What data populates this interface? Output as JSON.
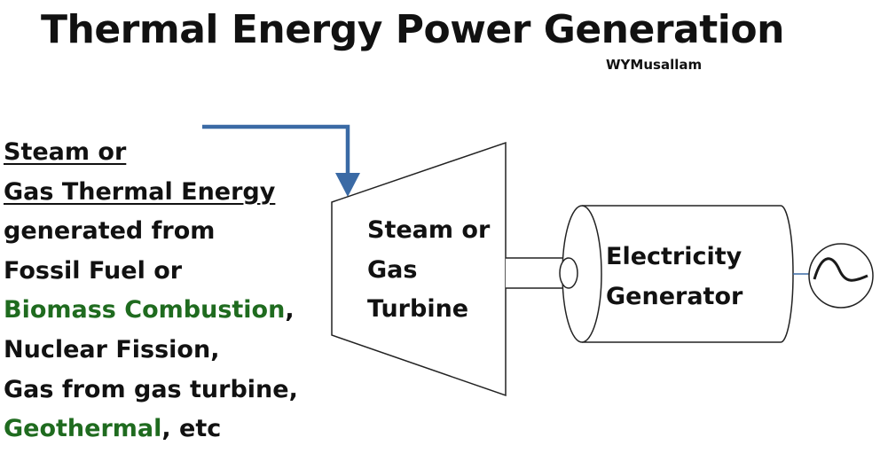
{
  "title": "Thermal Energy Power Generation",
  "author": "WYMusallam",
  "source": {
    "heading_line1": "Steam or",
    "heading_line2": "Gas Thermal Energy",
    "line3": "generated from",
    "line4": "Fossil Fuel or",
    "biomass": "Biomass Combustion",
    "biomass_suffix": ",",
    "line6": "Nuclear Fission,",
    "line7": "Gas from gas turbine,",
    "geothermal": "Geothermal",
    "geothermal_suffix": ", etc"
  },
  "turbine": {
    "line1": "Steam or",
    "line2": "Gas",
    "line3": "Turbine"
  },
  "generator": {
    "line1": "Electricity",
    "line2": "Generator"
  },
  "colors": {
    "arrow": "#3a6aa5",
    "highlight_green": "#1f6b1f",
    "outline": "#222222",
    "sine_wave": "#1a1a1a"
  },
  "icons": {
    "output": "ac-sine-wave-icon"
  }
}
